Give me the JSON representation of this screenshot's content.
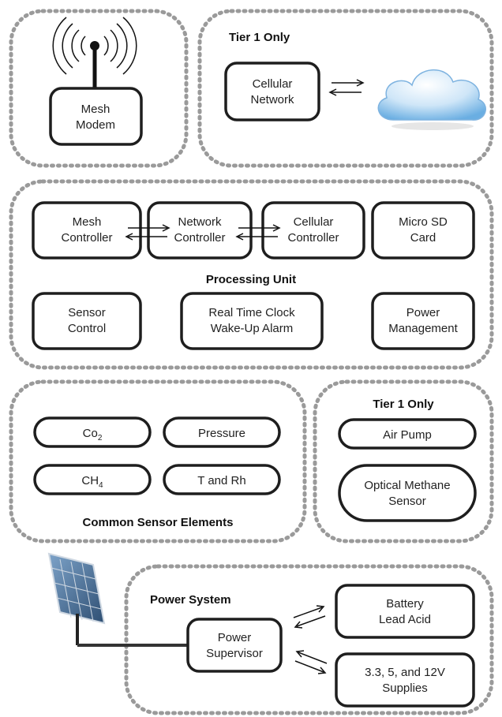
{
  "modem": {
    "line1": "Mesh",
    "line2": "Modem"
  },
  "tier1_comm": {
    "header": "Tier 1 Only",
    "cellular_line1": "Cellular",
    "cellular_line2": "Network"
  },
  "processing": {
    "header": "Processing Unit",
    "mesh_controller": {
      "line1": "Mesh",
      "line2": "Controller"
    },
    "network_controller": {
      "line1": "Network",
      "line2": "Controller"
    },
    "cellular_controller": {
      "line1": "Cellular",
      "line2": "Controller"
    },
    "micro_sd": {
      "line1": "Micro SD",
      "line2": "Card"
    },
    "sensor_control": {
      "line1": "Sensor",
      "line2": "Control"
    },
    "rtc": {
      "line1": "Real Time Clock",
      "line2": "Wake-Up Alarm"
    },
    "power_mgmt": {
      "line1": "Power",
      "line2": "Management"
    }
  },
  "sensors": {
    "header": "Common Sensor Elements",
    "co2_base": "Co",
    "co2_sub": "2",
    "pressure": "Pressure",
    "ch4_base": "CH",
    "ch4_sub": "4",
    "t_rh": "T and Rh"
  },
  "tier1_sensors": {
    "header": "Tier 1 Only",
    "air_pump": "Air Pump",
    "methane_line1": "Optical Methane",
    "methane_line2": "Sensor"
  },
  "power": {
    "header": "Power System",
    "supervisor_line1": "Power",
    "supervisor_line2": "Supervisor",
    "battery_line1": "Battery",
    "battery_line2": "Lead Acid",
    "supplies_line1": "3.3, 5, and 12V",
    "supplies_line2": "Supplies"
  },
  "icons": [
    "antenna-icon",
    "cloud-icon",
    "solar-panel-icon"
  ],
  "colors": {
    "dashed_border": "#9a9a9a",
    "box_stroke": "#1e1e1e",
    "cloud": "#8fc4ec"
  }
}
